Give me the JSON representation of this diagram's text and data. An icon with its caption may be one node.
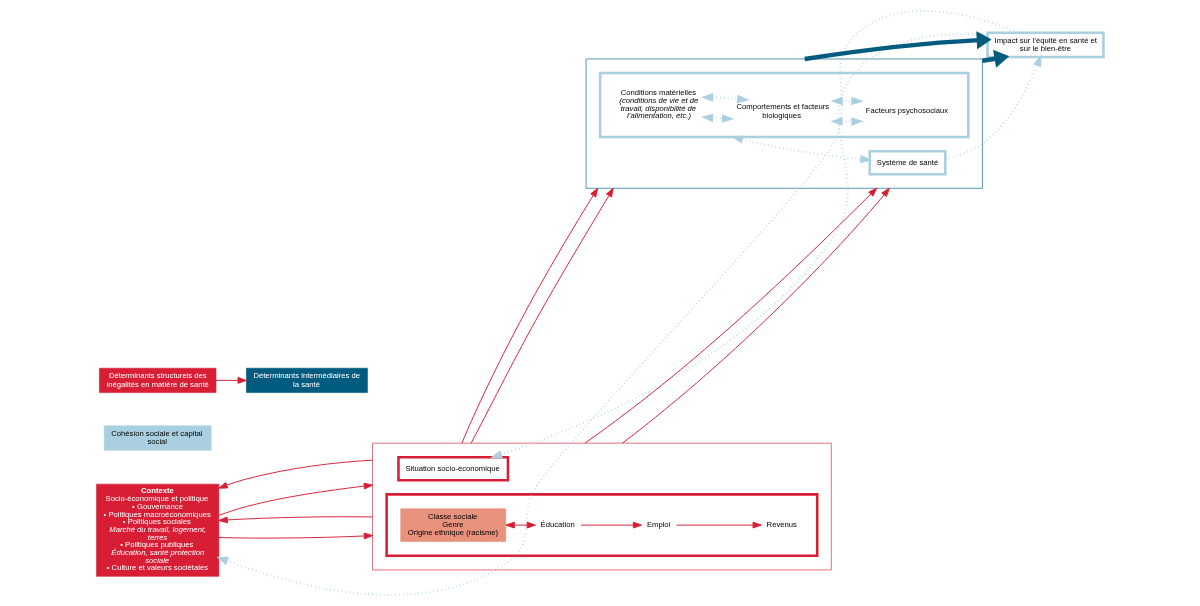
{
  "diagram": {
    "nodes": [
      {
        "text": [
          "Contexte",
          "Socio-économique et politique",
          "• Gouvernance",
          "• Politiques macroéconomiques",
          "• Politiques sociales",
          "Marché du travail, logement, terres",
          "• Politiques publiques",
          "Éducation, santé protection sociale",
          "• Culture et valeurs sociétales"
        ]
      },
      {
        "text": [],
        "shape": "box"
      },
      {
        "text": [
          "Situation socio-économique"
        ],
        "in": 1
      },
      {
        "text": [],
        "shape": "box",
        "in": 1
      },
      {
        "text": [
          "Classe sociale",
          "Genre",
          "Origine ethnique (racisme)"
        ],
        "in": 3
      },
      {
        "text": [
          "Éducation"
        ],
        "in": 3
      },
      {
        "text": [
          "Emploi"
        ],
        "in": 3
      },
      {
        "text": [
          "Revenus"
        ],
        "in": 3
      },
      {
        "text": [],
        "shape": "box"
      },
      {
        "text": [],
        "shape": "box",
        "in": 8
      },
      {
        "text": [
          "Conditions matérielles",
          "(conditions de vie et de travail, disponibilité de l’alimentation, etc.)"
        ],
        "in": 9
      },
      {
        "text": [
          "Comportements et facteurs biologiques"
        ],
        "in": 9
      },
      {
        "text": [
          "Facteurs psychosociaux"
        ],
        "in": 9
      },
      {
        "text": [
          "Cohésion sociale et capital social"
        ]
      },
      {
        "text": [
          "Système de santé"
        ],
        "in": 8
      },
      {
        "text": [
          "Impact sur l’équité en santé et sur le bien-être"
        ]
      },
      {
        "text": [
          "Déterminants structurels des inégalités en matière de santé"
        ]
      },
      {
        "text": [
          "Déterminants intermédiaires de la santé"
        ]
      }
    ],
    "edges": [
      {
        "from": 15,
        "to": 0,
        "arrow": "to",
        "style": "dashed",
        "color": "#a9cfe0"
      },
      {
        "from": 15,
        "to": 2,
        "arrow": "to",
        "style": "dashed",
        "color": "#a9cfe0"
      },
      {
        "from": 0,
        "to": 1,
        "arrow": "to"
      },
      {
        "from": 1,
        "to": 0,
        "arrow": "to"
      },
      {
        "from": 0,
        "to": 1,
        "arrow": "to"
      },
      {
        "from": 1,
        "to": 0,
        "arrow": "to"
      },
      {
        "from": 1,
        "to": 8,
        "arrow": "to"
      },
      {
        "from": 1,
        "to": 8,
        "arrow": "to"
      },
      {
        "from": 1,
        "to": 8,
        "arrow": "to"
      },
      {
        "from": 1,
        "to": 8,
        "arrow": "to"
      },
      {
        "from": 4,
        "to": 5,
        "arrow": "both"
      },
      {
        "from": 5,
        "to": 6,
        "arrow": "to"
      },
      {
        "from": 6,
        "to": 7,
        "arrow": "to"
      },
      {
        "from": 10,
        "to": 11,
        "arrow": "both",
        "style": "dashed",
        "color": "#a9cfe0"
      },
      {
        "from": 11,
        "to": 12,
        "arrow": "both",
        "style": "dashed",
        "color": "#a9cfe0"
      },
      {
        "from": 10,
        "to": 11,
        "arrow": "both",
        "style": "dashed",
        "color": "#a9cfe0"
      },
      {
        "from": 11,
        "to": 12,
        "arrow": "both",
        "style": "dashed",
        "color": "#a9cfe0"
      },
      {
        "from": 14,
        "to": 9,
        "arrow": "both",
        "style": "dashed",
        "color": "#a9cfe0"
      },
      {
        "from": 14,
        "to": 15,
        "arrow": "to",
        "style": "dashed",
        "color": "#a9cfe0"
      },
      {
        "from": 8,
        "to": 15,
        "arrow": "to",
        "style": "thick",
        "color": "#005b7f"
      },
      {
        "from": 8,
        "to": 15,
        "arrow": "to",
        "style": "thick",
        "color": "#005b7f"
      },
      {
        "from": 16,
        "to": 17,
        "arrow": "to"
      }
    ]
  }
}
